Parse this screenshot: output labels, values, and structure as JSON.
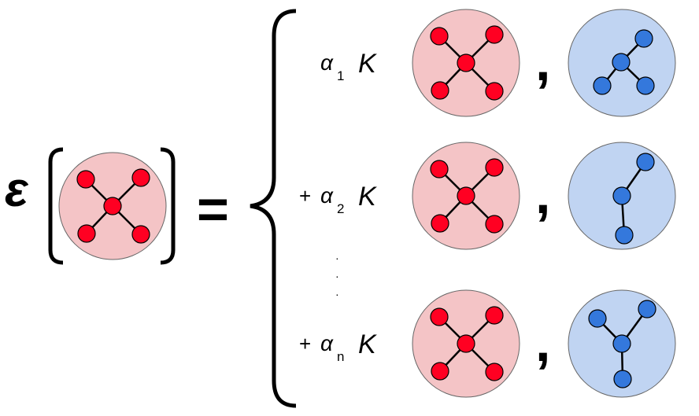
{
  "lhs": {
    "operator": "ε",
    "equals": "="
  },
  "terms": [
    {
      "plus": "",
      "coef": "α",
      "sub": "1",
      "kernel": "K",
      "comma": ",",
      "graph_shape": "star-4",
      "basis_shape": "fork-3"
    },
    {
      "plus": "+",
      "coef": "α",
      "sub": "2",
      "kernel": "K",
      "comma": ",",
      "graph_shape": "star-4",
      "basis_shape": "path-3"
    },
    {
      "plus": "+",
      "coef": "α",
      "sub": "n",
      "kernel": "K",
      "comma": ",",
      "graph_shape": "star-4",
      "basis_shape": "y-4"
    }
  ],
  "ellipsis": [
    "·",
    "·",
    "·"
  ],
  "colors": {
    "input_bg": "#f4c4c6",
    "input_node": "#ff0022",
    "basis_bg": "#c0d4f2",
    "basis_node": "#3478dc"
  }
}
